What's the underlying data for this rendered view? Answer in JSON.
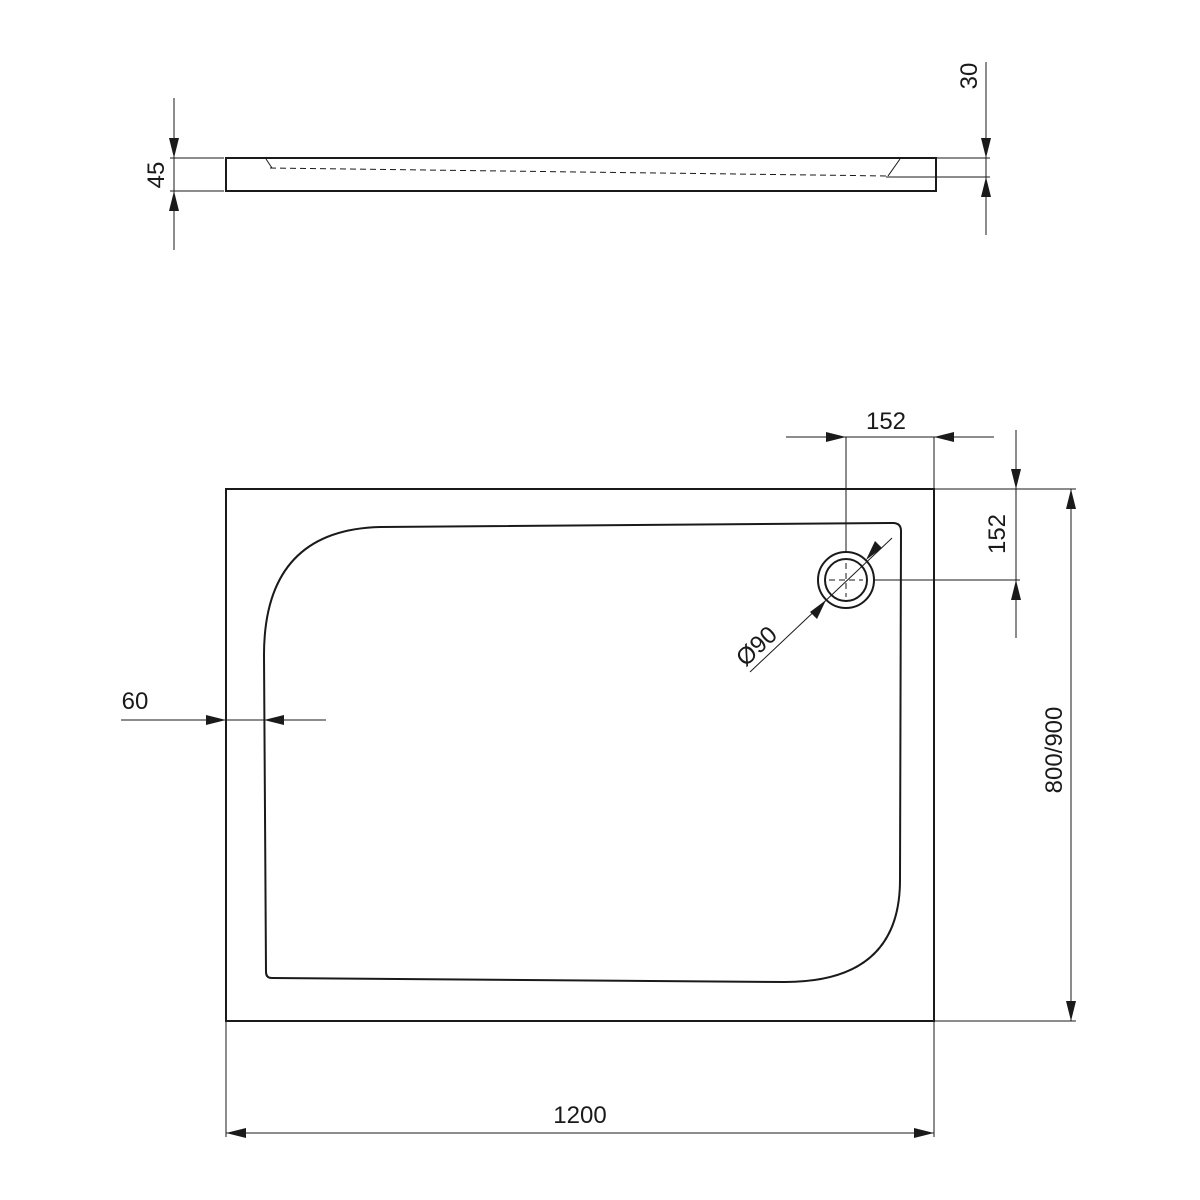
{
  "dimensions": {
    "side_height": "45",
    "side_depth": "30",
    "drain_x": "152",
    "drain_y": "152",
    "drain_diameter": "Ø90",
    "rim_width": "60",
    "tray_width": "1200",
    "tray_depth": "800/900"
  }
}
